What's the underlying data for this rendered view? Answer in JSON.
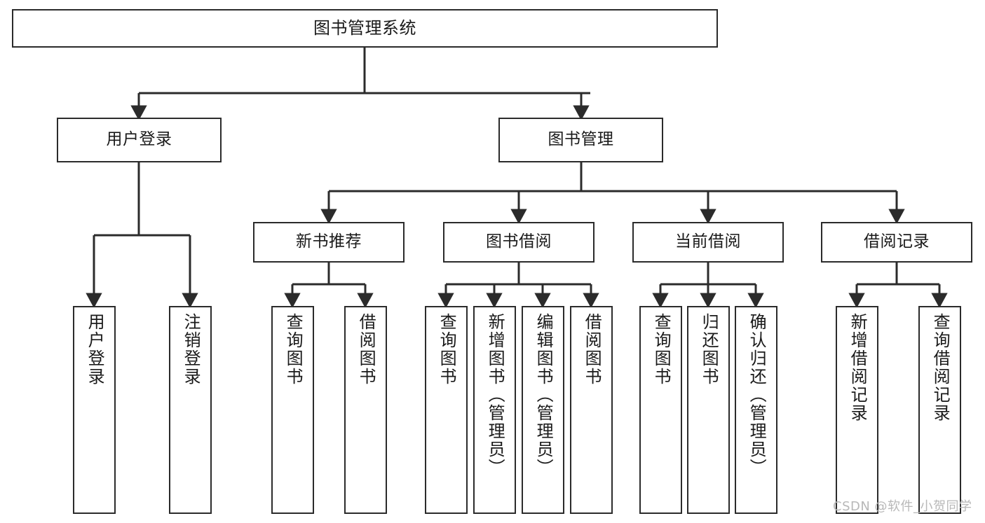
{
  "diagram": {
    "type": "tree",
    "title": "图书管理系统",
    "orientation": "top-down",
    "colors": {
      "box_border": "#2b2b2b",
      "box_fill": "#ffffff",
      "edge": "#2b2b2b",
      "text": "#1a1a1a",
      "watermark": "#b8b8b8"
    },
    "nodes": {
      "root": {
        "label": "图书管理系统",
        "level": 0
      },
      "user_login": {
        "label": "用户登录",
        "level": 1
      },
      "book_manage": {
        "label": "图书管理",
        "level": 1
      },
      "new_book_rec": {
        "label": "新书推荐",
        "level": 2
      },
      "book_borrow": {
        "label": "图书借阅",
        "level": 2
      },
      "current_borrow": {
        "label": "当前借阅",
        "level": 2
      },
      "borrow_record": {
        "label": "借阅记录",
        "level": 2
      },
      "leaf_user_login": {
        "label": "用户登录",
        "level": 3
      },
      "leaf_user_logout": {
        "label": "注销登录",
        "level": 3
      },
      "leaf_query_book_1": {
        "label": "查询图书",
        "level": 3
      },
      "leaf_borrow_book_1": {
        "label": "借阅图书",
        "level": 3
      },
      "leaf_query_book_2": {
        "label": "查询图书",
        "level": 3
      },
      "leaf_add_book": {
        "label": "新增图书（管理员）",
        "level": 3
      },
      "leaf_edit_book": {
        "label": "编辑图书（管理员）",
        "level": 3
      },
      "leaf_borrow_book_2": {
        "label": "借阅图书",
        "level": 3
      },
      "leaf_query_book_3": {
        "label": "查询图书",
        "level": 3
      },
      "leaf_return_book": {
        "label": "归还图书",
        "level": 3
      },
      "leaf_confirm_return": {
        "label": "确认归还（管理员）",
        "level": 3
      },
      "leaf_add_record": {
        "label": "新增借阅记录",
        "level": 3
      },
      "leaf_query_record": {
        "label": "查询借阅记录",
        "level": 3
      }
    },
    "edges": [
      {
        "from": "root",
        "to": "user_login"
      },
      {
        "from": "root",
        "to": "book_manage"
      },
      {
        "from": "user_login",
        "to": "leaf_user_login"
      },
      {
        "from": "user_login",
        "to": "leaf_user_logout"
      },
      {
        "from": "book_manage",
        "to": "new_book_rec"
      },
      {
        "from": "book_manage",
        "to": "book_borrow"
      },
      {
        "from": "book_manage",
        "to": "current_borrow"
      },
      {
        "from": "book_manage",
        "to": "borrow_record"
      },
      {
        "from": "new_book_rec",
        "to": "leaf_query_book_1"
      },
      {
        "from": "new_book_rec",
        "to": "leaf_borrow_book_1"
      },
      {
        "from": "book_borrow",
        "to": "leaf_query_book_2"
      },
      {
        "from": "book_borrow",
        "to": "leaf_add_book"
      },
      {
        "from": "book_borrow",
        "to": "leaf_edit_book"
      },
      {
        "from": "book_borrow",
        "to": "leaf_borrow_book_2"
      },
      {
        "from": "current_borrow",
        "to": "leaf_query_book_3"
      },
      {
        "from": "current_borrow",
        "to": "leaf_return_book"
      },
      {
        "from": "current_borrow",
        "to": "leaf_confirm_return"
      },
      {
        "from": "borrow_record",
        "to": "leaf_add_record"
      },
      {
        "from": "borrow_record",
        "to": "leaf_query_record"
      }
    ]
  },
  "watermark": {
    "text": "CSDN @软件_小贺同学"
  }
}
